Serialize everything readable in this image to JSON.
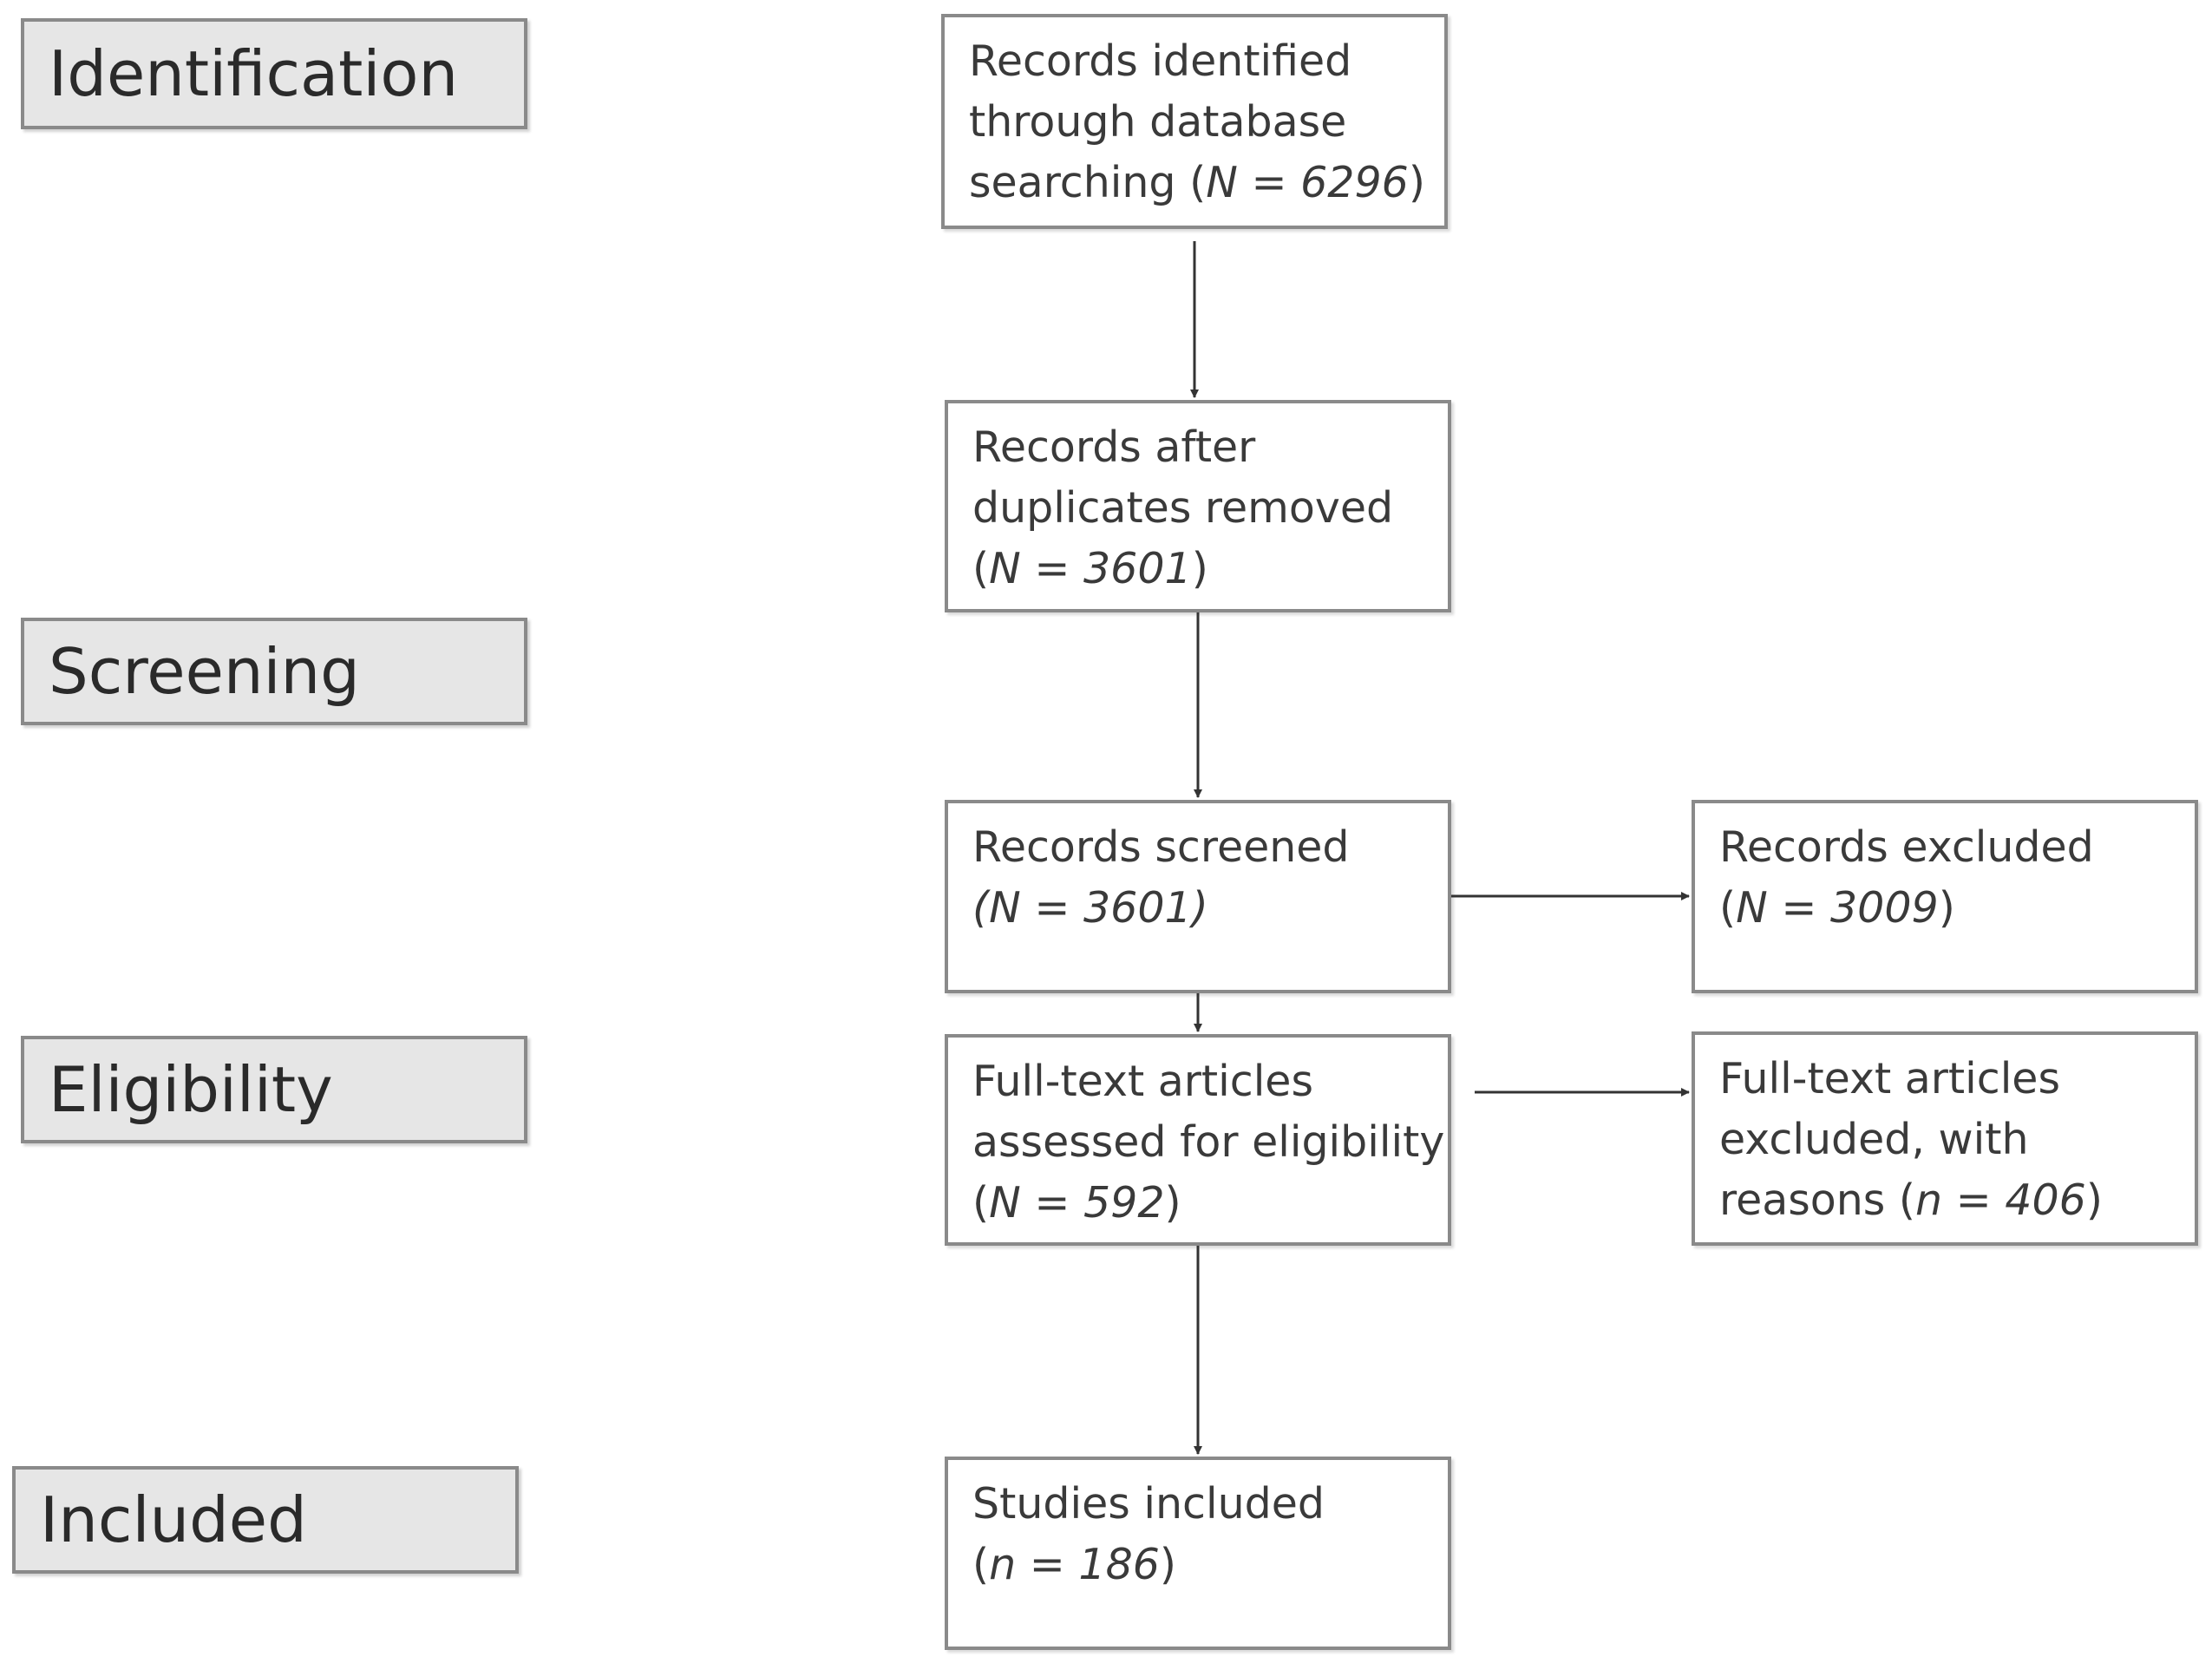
{
  "stages": {
    "identification": "Identification",
    "screening": "Screening",
    "eligibility": "Eligibility",
    "included": "Included"
  },
  "boxes": {
    "identified": {
      "line1": "Records identified",
      "line2": "through database",
      "line3_text": "searching (",
      "stat_var": "N",
      "stat_rest": " =  6296",
      "close": ")"
    },
    "deduplicated": {
      "line1": "Records after",
      "line2": "duplicates removed",
      "open": "(",
      "stat_var": "N",
      "stat_rest": " = 3601",
      "close": ")"
    },
    "screened": {
      "line1": "Records screened",
      "open": "(",
      "stat_var": "N",
      "stat_rest": " = 3601)"
    },
    "excluded": {
      "line1": "Records excluded",
      "open": "(",
      "stat_var": "N",
      "stat_rest": " = 3009",
      "close": ")"
    },
    "fulltext": {
      "line1": "Full-text articles",
      "line2": "assessed  for eligibility",
      "open": "(",
      "stat_var": "N",
      "stat_rest": " = 592",
      "close": ")"
    },
    "fulltext_excluded": {
      "line1": "Full-text articles",
      "line2": "excluded,  with",
      "line3_text": "reasons (",
      "stat_var": "n",
      "stat_rest": " = 406",
      "close": ")"
    },
    "included": {
      "line1": "Studies included",
      "open": "(",
      "stat_var": "n",
      "stat_rest": " = 186",
      "close": ")"
    }
  },
  "colors": {
    "stage_fill": "#e6e6e6",
    "border": "#8a8a8a",
    "arrow": "#333333"
  }
}
